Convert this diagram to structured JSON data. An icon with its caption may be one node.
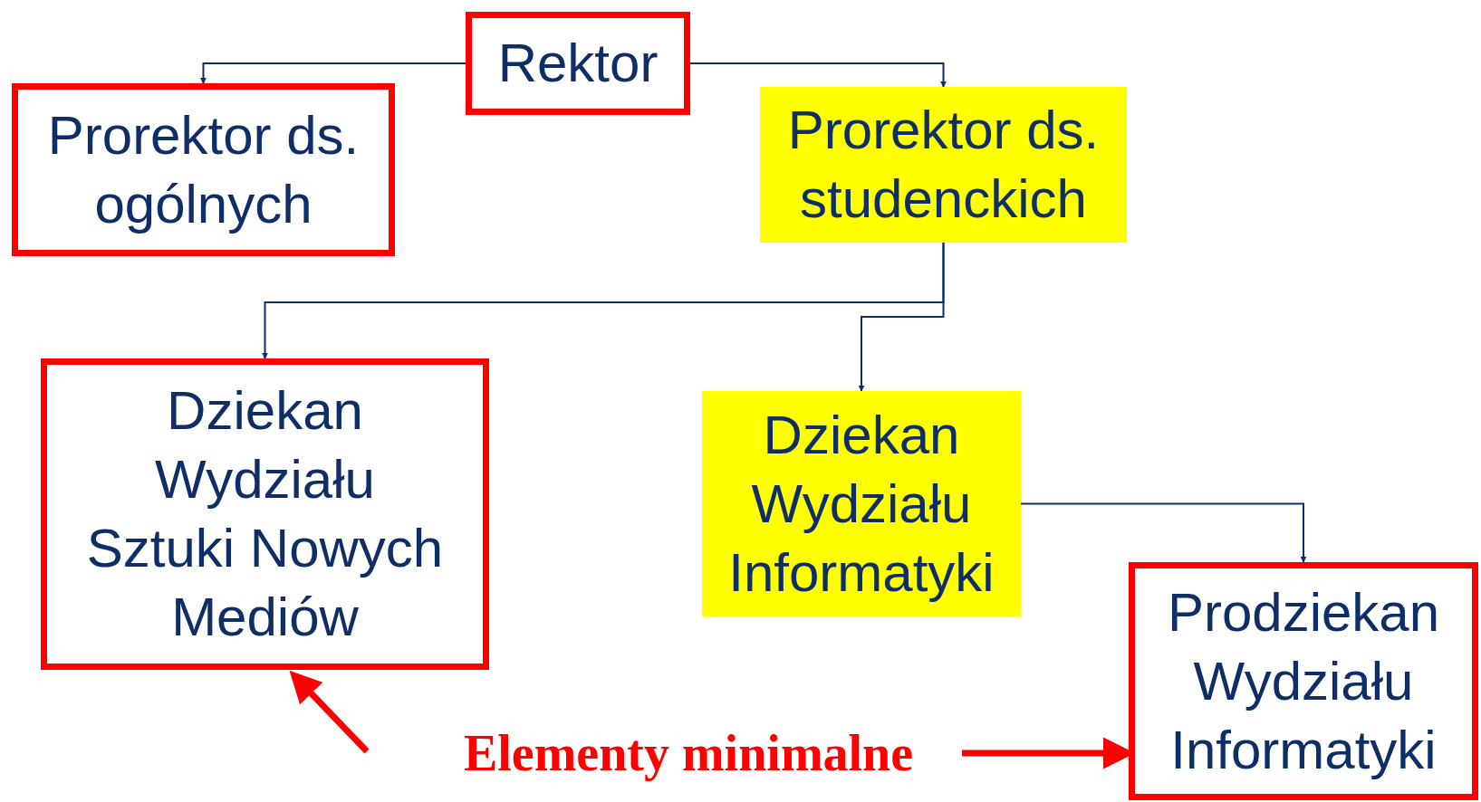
{
  "diagram": {
    "nodes": [
      {
        "text": [
          "Rektor"
        ]
      },
      {
        "text": [
          "Prorektor ds. ogólnych"
        ]
      },
      {
        "text": [
          "Prorektor ds. studenckich"
        ]
      },
      {
        "text": [
          "Dziekan Wydziału Sztuki Nowych Mediów"
        ]
      },
      {
        "text": [
          "Dziekan Wydziału Informatyki"
        ]
      },
      {
        "text": [
          "Prodziekan Wydziału Informatyki"
        ]
      },
      {
        "text": [
          "Elementy minimalne"
        ]
      }
    ],
    "edges": [
      {
        "from": 0,
        "to": 1,
        "arrow": "to"
      },
      {
        "from": 0,
        "to": 2,
        "arrow": "to"
      },
      {
        "from": 2,
        "to": 3,
        "arrow": "to"
      },
      {
        "from": 2,
        "to": 4,
        "arrow": "to"
      },
      {
        "from": 4,
        "to": 5,
        "arrow": "to"
      },
      {
        "from": 6,
        "to": 3,
        "arrow": "to",
        "style": "thick",
        "color": "#ff0000"
      },
      {
        "from": 6,
        "to": 5,
        "arrow": "to",
        "style": "thick",
        "color": "#ff0000"
      }
    ]
  }
}
